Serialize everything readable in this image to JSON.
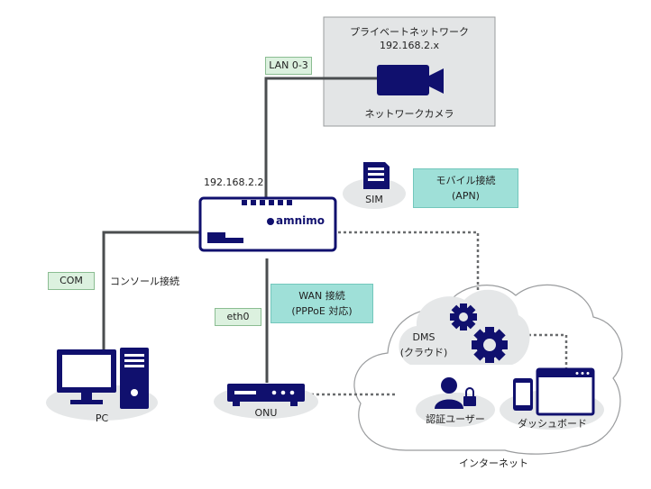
{
  "private_network": {
    "title": "プライベートネットワーク",
    "subnet": "192.168.2.x",
    "camera_label": "ネットワークカメラ"
  },
  "router": {
    "ip": "192.168.2.2",
    "brand": "amnimo"
  },
  "tags": {
    "lan": "LAN 0-3",
    "com": "COM",
    "eth0": "eth0"
  },
  "sim": {
    "label": "SIM"
  },
  "mobile_box": {
    "line1": "モバイル接続",
    "line2": "(APN)"
  },
  "wan_box": {
    "line1": "WAN 接続",
    "line2": "(PPPoE 対応)"
  },
  "console_label": "コンソール接続",
  "pc": {
    "label": "PC"
  },
  "onu": {
    "label": "ONU"
  },
  "cloud": {
    "dms_line1": "DMS",
    "dms_line2": "(クラウド)",
    "auth_label": "認証ユーザー",
    "dashboard_label": "ダッシュボード",
    "internet_label": "インターネット"
  },
  "colors": {
    "navy": "#10106e",
    "tag_green": "#dcf1df",
    "teal": "#9fe0d8",
    "gray_box": "#e3e5e6",
    "ellipse": "#e5e7e8"
  }
}
